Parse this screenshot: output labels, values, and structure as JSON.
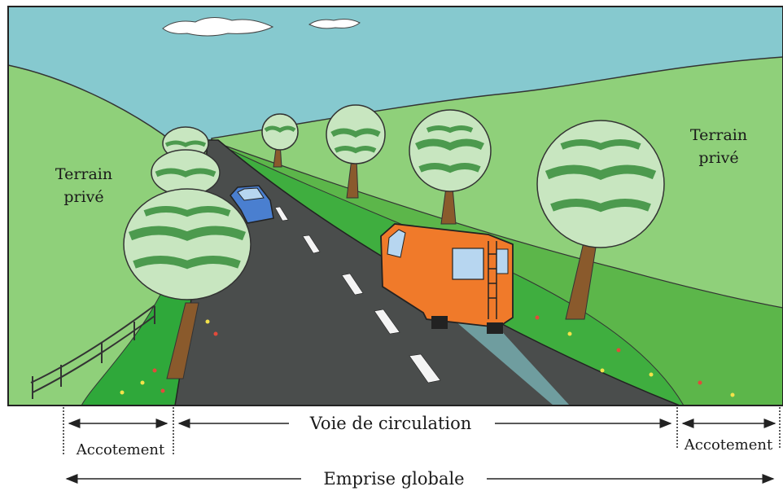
{
  "labels": {
    "terrain_left_1": "Terrain",
    "terrain_left_2": "privé",
    "terrain_right_1": "Terrain",
    "terrain_right_2": "privé",
    "voie": "Voie de circulation",
    "accotement_left": "Accotement",
    "accotement_right": "Accotement",
    "emprise": "Emprise globale"
  },
  "colors": {
    "sky": "#86c9cf",
    "hill_light": "#8fd07a",
    "hill_mid": "#5cb64a",
    "grass_bright": "#2fa83a",
    "road": "#4a4d4c",
    "van": "#f07a2a",
    "car": "#4a7fd0",
    "tree_trunk": "#8a5a2c",
    "foliage_light": "#c8e6c0",
    "foliage_dark": "#4c9a4e"
  }
}
